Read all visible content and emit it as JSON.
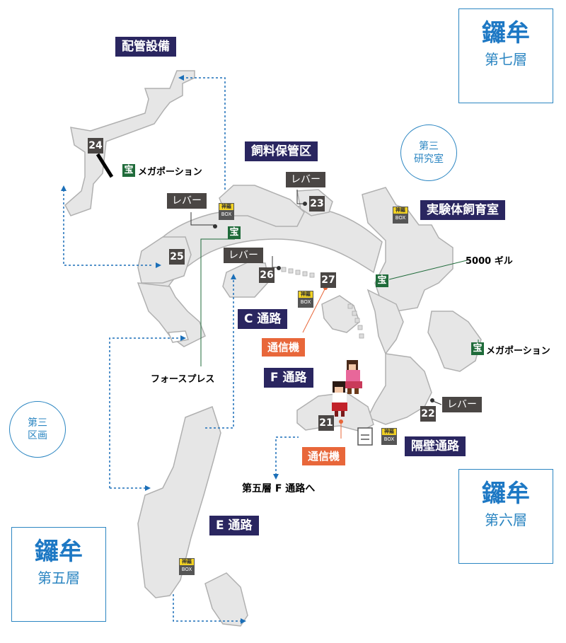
{
  "areas": {
    "piping": "配管設備",
    "feed_storage": "飼料保管区",
    "lab_specimen": "実験体飼育室",
    "bulkhead": "隔壁通路",
    "c_passage": "C 通路",
    "f_passage": "F 通路",
    "e_passage": "E 通路"
  },
  "floors": {
    "top_right": {
      "name": "鑼牟",
      "level": "第七層"
    },
    "mid_right": {
      "name": "鑼牟",
      "level": "第六層"
    },
    "bottom_left": {
      "name": "鑼牟",
      "level": "第五層"
    }
  },
  "circles": {
    "lab3": [
      "第三",
      "研究室"
    ],
    "district3": [
      "第三",
      "区画"
    ]
  },
  "levers": {
    "label": "レバー"
  },
  "numbers": [
    "24",
    "23",
    "25",
    "26",
    "27",
    "22",
    "21"
  ],
  "treasures": {
    "icon_text": "宝",
    "mega_potion": "メガポーション",
    "gil": "5000 ギル",
    "force_bless": "フォースプレス"
  },
  "comm_label": "通信機",
  "exit_label": "第五層 F 通路へ",
  "box": {
    "top": "神羅",
    "bottom": "BOX"
  },
  "colors": {
    "label_bg": "#2a2660",
    "lever_bg": "#4a4644",
    "treasure_bg": "#1f6b3a",
    "comm_bg": "#e8673a",
    "floor_text": "#1d78c4",
    "path_dotted": "#1b6fb8",
    "map_fill": "#e6e6e6",
    "map_stroke": "#aaaaaa"
  }
}
